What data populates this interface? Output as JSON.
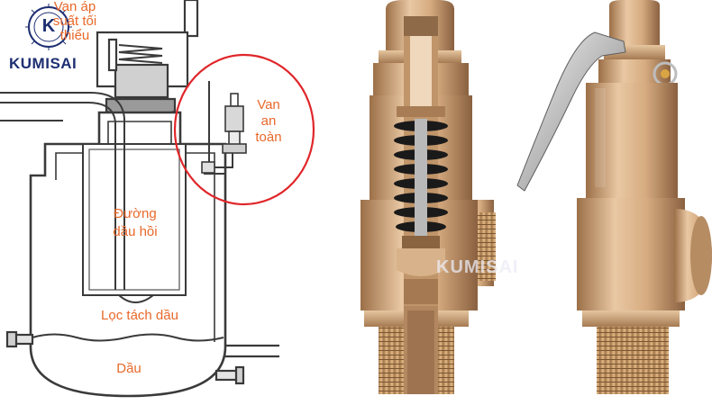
{
  "brand": {
    "name": "KUMISAI",
    "monogram": "K"
  },
  "watermark": "KUMISAI",
  "labels": {
    "van_ap_line1": "Van áp",
    "van_ap_line2": "suất tối",
    "van_ap_line3": "thiểu",
    "van_an_toan_line1": "Van",
    "van_an_toan_line2": "an",
    "van_an_toan_line3": "toàn",
    "duong_dau_hoi_line1": "Đường",
    "duong_dau_hoi_line2": "dầu hồi",
    "loc_tach_dau": "Lọc tách dầu",
    "dau": "Dầu"
  },
  "colors": {
    "label": "#e8682a",
    "highlight_circle": "#e0262a",
    "logo": "#1e2f72",
    "brass_light": "#e7c39d",
    "brass_mid": "#c79a6e",
    "brass_dark": "#8c6340",
    "spring": "#1a1a1a",
    "diagram_line": "#3a3a3a"
  }
}
